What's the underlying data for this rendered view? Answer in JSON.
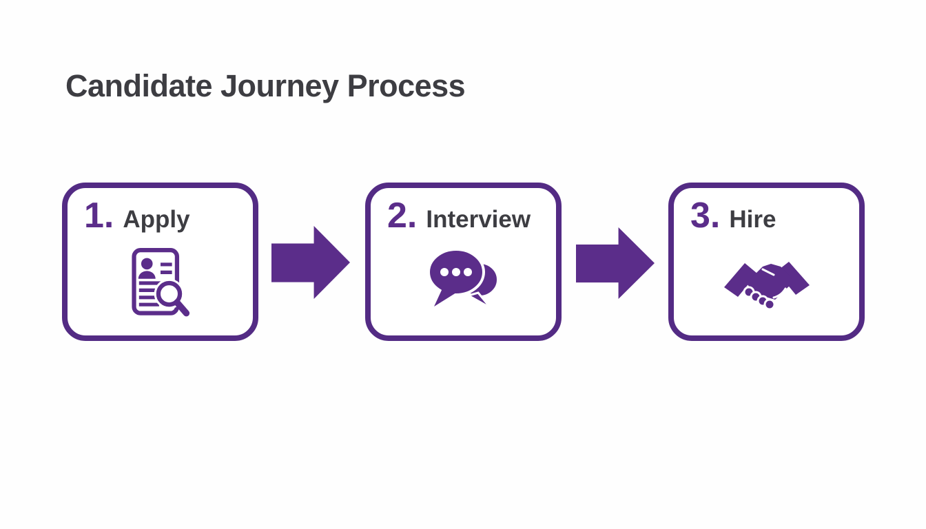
{
  "title": "Candidate Journey Process",
  "colors": {
    "accent_purple": "#5b2d8a",
    "card_border_purple": "#532b84",
    "heading_text": "#3d3d42",
    "background": "#fefefe",
    "icon_dot_white": "#ffffff"
  },
  "steps": [
    {
      "number": "1.",
      "label": "Apply",
      "icon": "resume-search-icon"
    },
    {
      "number": "2.",
      "label": "Interview",
      "icon": "speech-bubbles-icon"
    },
    {
      "number": "3.",
      "label": "Hire",
      "icon": "handshake-icon"
    }
  ],
  "connectors": [
    {
      "icon": "arrow-right-icon",
      "direction": "right"
    },
    {
      "icon": "arrow-right-icon",
      "direction": "right"
    }
  ]
}
